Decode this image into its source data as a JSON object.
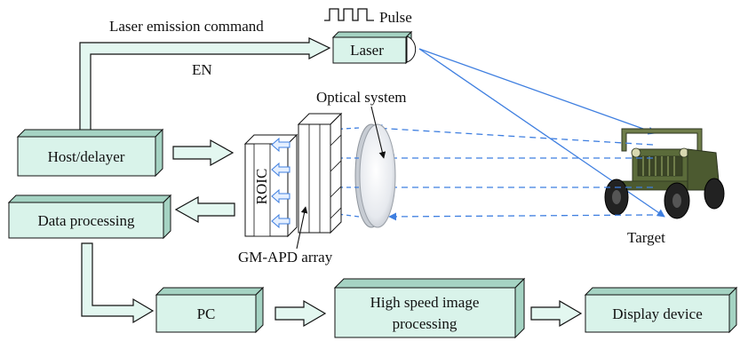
{
  "labels": {
    "laser_command": "Laser emission command",
    "pulse": "Pulse",
    "laser": "Laser",
    "en": "EN",
    "optical_system": "Optical system",
    "host": "Host/delayer",
    "roic": "ROIC",
    "data_processing": "Data processing",
    "gm_apd": "GM-APD array",
    "target": "Target",
    "pc": "PC",
    "hsip_line1": "High speed image",
    "hsip_line2": "processing",
    "display": "Display device"
  },
  "colors": {
    "box_fill": "#d9f3ea",
    "box_side": "#a5d3c3",
    "arrow_fill": "#e3f7f0",
    "stroke": "#111111",
    "beam": "#3f7fe0",
    "vehicle": "#5b6b3a"
  }
}
